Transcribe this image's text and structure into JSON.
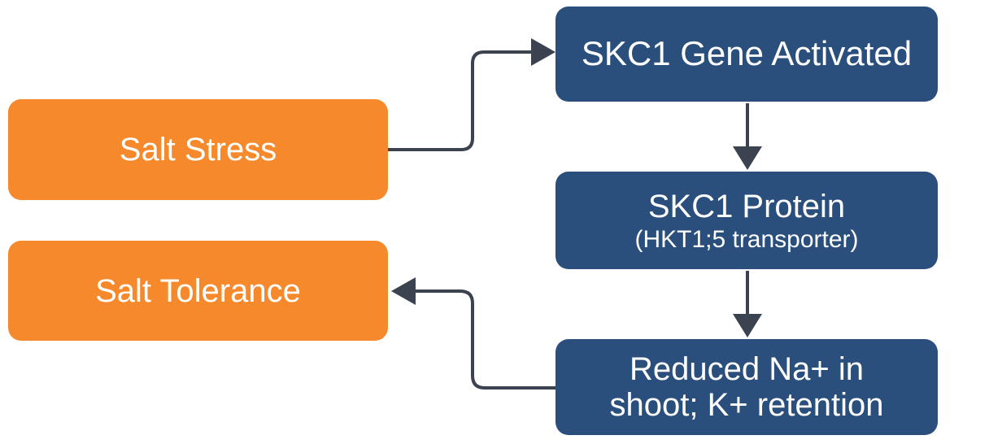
{
  "colors": {
    "background": "#FFFFFF",
    "input_output_fill": "#F6892B",
    "process_fill": "#2A4F7D",
    "connector": "#3B4350",
    "node_text": "#FFFFFF"
  },
  "nodes": [
    {
      "id": "salt-stress",
      "label": "Salt Stress",
      "shape": "rounded-rect",
      "fill": "#F6892B"
    },
    {
      "id": "skc1-gene-activated",
      "label": "SKC1 Gene Activated",
      "shape": "rounded-rect",
      "fill": "#2A4F7D"
    },
    {
      "id": "skc1-protein",
      "label": "SKC1 Protein",
      "sublabel": "(HKT1;5 transporter)",
      "shape": "rounded-rect",
      "fill": "#2A4F7D"
    },
    {
      "id": "reduced-na-shoot",
      "label": "Reduced Na+ in shoot; K+ retention",
      "lines": [
        "Reduced Na+ in",
        "shoot; K+ retention"
      ],
      "shape": "rounded-rect",
      "fill": "#2A4F7D"
    },
    {
      "id": "salt-tolerance",
      "label": "Salt Tolerance",
      "shape": "rounded-rect",
      "fill": "#F6892B"
    }
  ],
  "edges": [
    {
      "from": "salt-stress",
      "to": "skc1-gene-activated",
      "style": "elbow-right-up",
      "arrowhead": "triangle"
    },
    {
      "from": "skc1-gene-activated",
      "to": "skc1-protein",
      "style": "straight-down",
      "arrowhead": "triangle"
    },
    {
      "from": "skc1-protein",
      "to": "reduced-na-shoot",
      "style": "straight-down",
      "arrowhead": "triangle"
    },
    {
      "from": "reduced-na-shoot",
      "to": "salt-tolerance",
      "style": "elbow-left-up",
      "arrowhead": "triangle"
    }
  ]
}
